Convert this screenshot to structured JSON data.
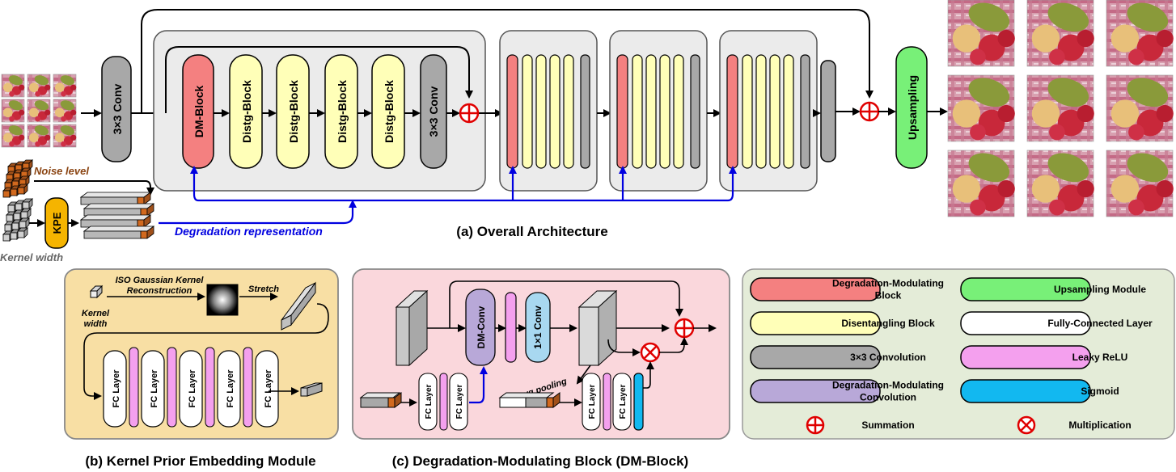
{
  "blocks": {
    "conv_in": "3×3 Conv",
    "dm_block": "DM-Block",
    "distg": "Distg-Block",
    "conv_out": "3×3 Conv",
    "upsampling": "Upsampling",
    "kpe": "KPE"
  },
  "labels": {
    "noise_level": "Noise level",
    "kernel_width": "Kernel width",
    "degradation_representation": "Degradation representation",
    "caption_a": "(a) Overall Architecture",
    "caption_b": "(b) Kernel Prior Embedding Module",
    "caption_c": "(c) Degradation-Modulating Block (DM-Block)"
  },
  "kpe_module": {
    "iso_line1": "ISO Gaussian Kernel",
    "iso_line2": "Reconstruction",
    "stretch": "Stretch",
    "kw_line1": "Kernel",
    "kw_line2": "width",
    "fc": "FC Layer"
  },
  "dm_module": {
    "dm_conv": "DM-Conv",
    "conv1x1": "1×1 Conv",
    "fc": "FC Layer",
    "avg_pooling": "avg pooling"
  },
  "legend": [
    {
      "label": "Degradation-Modulating Block",
      "color": "#f48080"
    },
    {
      "label": "Upsampling Module",
      "color": "#78f078"
    },
    {
      "label": "Disentangling Block",
      "color": "#ffffb8"
    },
    {
      "label": "Fully-Connected Layer",
      "color": "#ffffff"
    },
    {
      "label": "3×3 Convolution",
      "color": "#a8a8a8"
    },
    {
      "label": "Leaky ReLU",
      "color": "#f4a0ee"
    },
    {
      "label": "Degradation-Modulating Convolution",
      "color": "#b8a8d8"
    },
    {
      "label": "Sigmoid",
      "color": "#12b8f0"
    },
    {
      "label": "Summation",
      "color": "#e00000"
    },
    {
      "label": "Multiplication",
      "color": "#e00000"
    }
  ],
  "colors": {
    "dm": "#f48080",
    "distg": "#ffffb8",
    "conv": "#a8a8a8",
    "up": "#78f078",
    "relu": "#f4a0ee",
    "dmconv": "#b8a8d8",
    "conv1": "#a8d8f0",
    "sigmoid": "#12b8f0",
    "kpe": "#f5b400",
    "cube_orange": "#d2691e",
    "blue_arrow": "#0000e0",
    "sum_red": "#e00000",
    "panel_b_bg": "#f8dfa4",
    "panel_c_bg": "#fad7dc",
    "legend_bg": "#e4ecd8"
  }
}
